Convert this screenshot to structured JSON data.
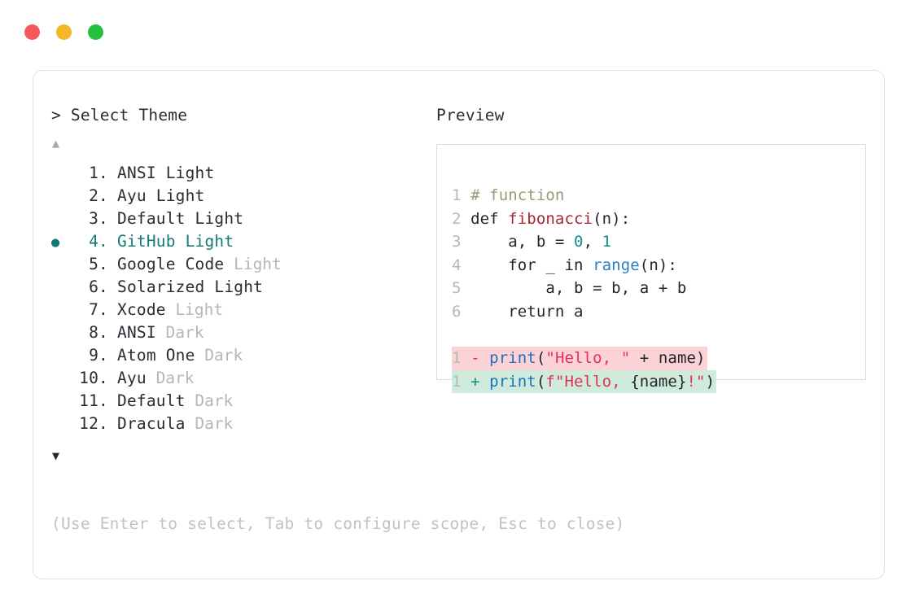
{
  "window": {
    "dots": [
      {
        "name": "close-dot",
        "color": "#f3595b"
      },
      {
        "name": "minimize-dot",
        "color": "#f5b72a"
      },
      {
        "name": "maximize-dot",
        "color": "#26bf3e"
      }
    ]
  },
  "panels": {
    "selector_title": "> Select Theme",
    "preview_title": "Preview"
  },
  "scroll": {
    "up_arrow": "▲",
    "down_arrow": "▼"
  },
  "themes": {
    "selected_index": 4,
    "bullet_glyph": "●",
    "accent_color": "#127b76",
    "items": [
      {
        "number": " 1.",
        "name": "ANSI Light",
        "variant": "",
        "dim_variant": false
      },
      {
        "number": " 2.",
        "name": "Ayu Light",
        "variant": "",
        "dim_variant": false
      },
      {
        "number": " 3.",
        "name": "Default Light",
        "variant": "",
        "dim_variant": false
      },
      {
        "number": " 4.",
        "name": "GitHub Light",
        "variant": "",
        "dim_variant": false
      },
      {
        "number": " 5.",
        "name": "Google Code",
        "variant": "Light",
        "dim_variant": true
      },
      {
        "number": " 6.",
        "name": "Solarized Light",
        "variant": "",
        "dim_variant": false
      },
      {
        "number": " 7.",
        "name": "Xcode",
        "variant": "Light",
        "dim_variant": true
      },
      {
        "number": " 8.",
        "name": "ANSI",
        "variant": "Dark",
        "dim_variant": true
      },
      {
        "number": " 9.",
        "name": "Atom One",
        "variant": "Dark",
        "dim_variant": true
      },
      {
        "number": "10.",
        "name": "Ayu",
        "variant": "Dark",
        "dim_variant": true
      },
      {
        "number": "11.",
        "name": "Default",
        "variant": "Dark",
        "dim_variant": true
      },
      {
        "number": "12.",
        "name": "Dracula",
        "variant": "Dark",
        "dim_variant": true
      }
    ]
  },
  "hint": "(Use Enter to select, Tab to configure scope, Esc to close)",
  "preview": {
    "code_lines": [
      {
        "num": "1",
        "tokens": [
          {
            "t": "# function",
            "c": "comment"
          }
        ]
      },
      {
        "num": "2",
        "tokens": [
          {
            "t": "def ",
            "c": "plain"
          },
          {
            "t": "fibonacci",
            "c": "func"
          },
          {
            "t": "(n):",
            "c": "plain"
          }
        ]
      },
      {
        "num": "3",
        "tokens": [
          {
            "t": "    a, b = ",
            "c": "plain"
          },
          {
            "t": "0",
            "c": "num"
          },
          {
            "t": ", ",
            "c": "plain"
          },
          {
            "t": "1",
            "c": "num"
          }
        ]
      },
      {
        "num": "4",
        "tokens": [
          {
            "t": "    for _ in ",
            "c": "plain"
          },
          {
            "t": "range",
            "c": "builtin"
          },
          {
            "t": "(n):",
            "c": "plain"
          }
        ]
      },
      {
        "num": "5",
        "tokens": [
          {
            "t": "        a, b = b, a + b",
            "c": "plain"
          }
        ]
      },
      {
        "num": "6",
        "tokens": [
          {
            "t": "    return a",
            "c": "plain"
          }
        ]
      }
    ],
    "diff_lines": [
      {
        "num": "1",
        "sign": "-",
        "kind": "del",
        "tokens": [
          {
            "t": "print",
            "c": "call"
          },
          {
            "t": "(",
            "c": "plain"
          },
          {
            "t": "\"Hello, \"",
            "c": "str"
          },
          {
            "t": " + name)",
            "c": "plain"
          }
        ]
      },
      {
        "num": "1",
        "sign": "+",
        "kind": "add",
        "tokens": [
          {
            "t": "print",
            "c": "call"
          },
          {
            "t": "(",
            "c": "plain"
          },
          {
            "t": "f\"Hello, ",
            "c": "str"
          },
          {
            "t": "{name}",
            "c": "plain"
          },
          {
            "t": "!\"",
            "c": "str"
          },
          {
            "t": ")",
            "c": "plain"
          }
        ]
      }
    ]
  }
}
